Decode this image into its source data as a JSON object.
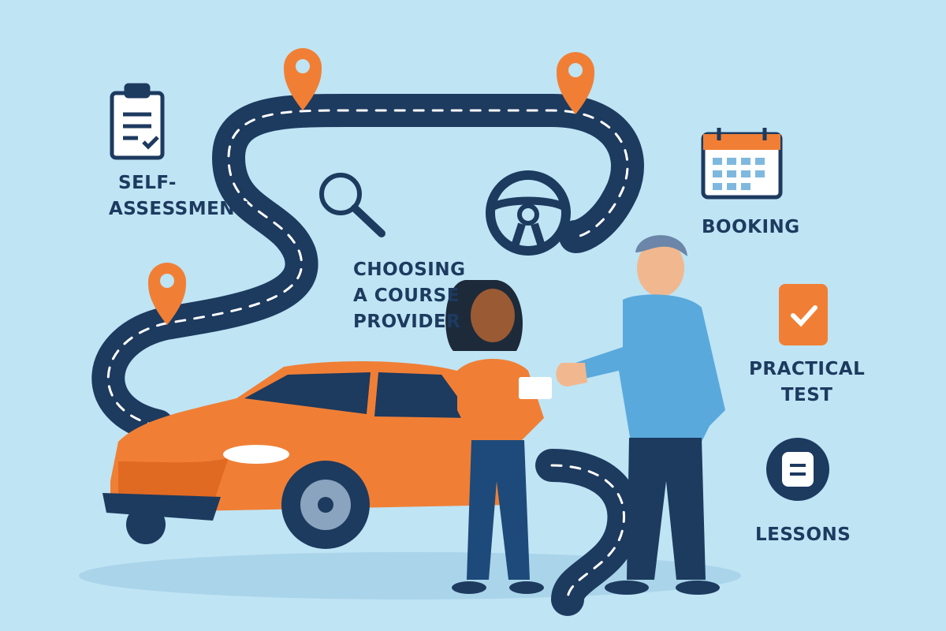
{
  "colors": {
    "background": "#bfe4f4",
    "road": "#1d3a5f",
    "accent_orange": "#f07f35",
    "navy": "#1d3a5f",
    "shirt_blue": "#5aa9dc"
  },
  "labels": {
    "self_assessment": [
      "SELF-",
      "ASSESSMENT"
    ],
    "choosing_course": [
      "CHOOSING",
      "A COURSE",
      "PROVIDER"
    ],
    "booking": "BOOKING",
    "practical_test": [
      "PRACTICAL",
      "TEST"
    ],
    "lessons": "LESSONS"
  },
  "icons": {
    "self_assessment": "clipboard-check-icon",
    "choosing_course": "magnifier-icon",
    "steering": "steering-wheel-icon",
    "booking": "calendar-icon",
    "practical_test": "checkbox-icon",
    "lessons": "document-circle-icon",
    "pins": "map-pin-icon"
  }
}
